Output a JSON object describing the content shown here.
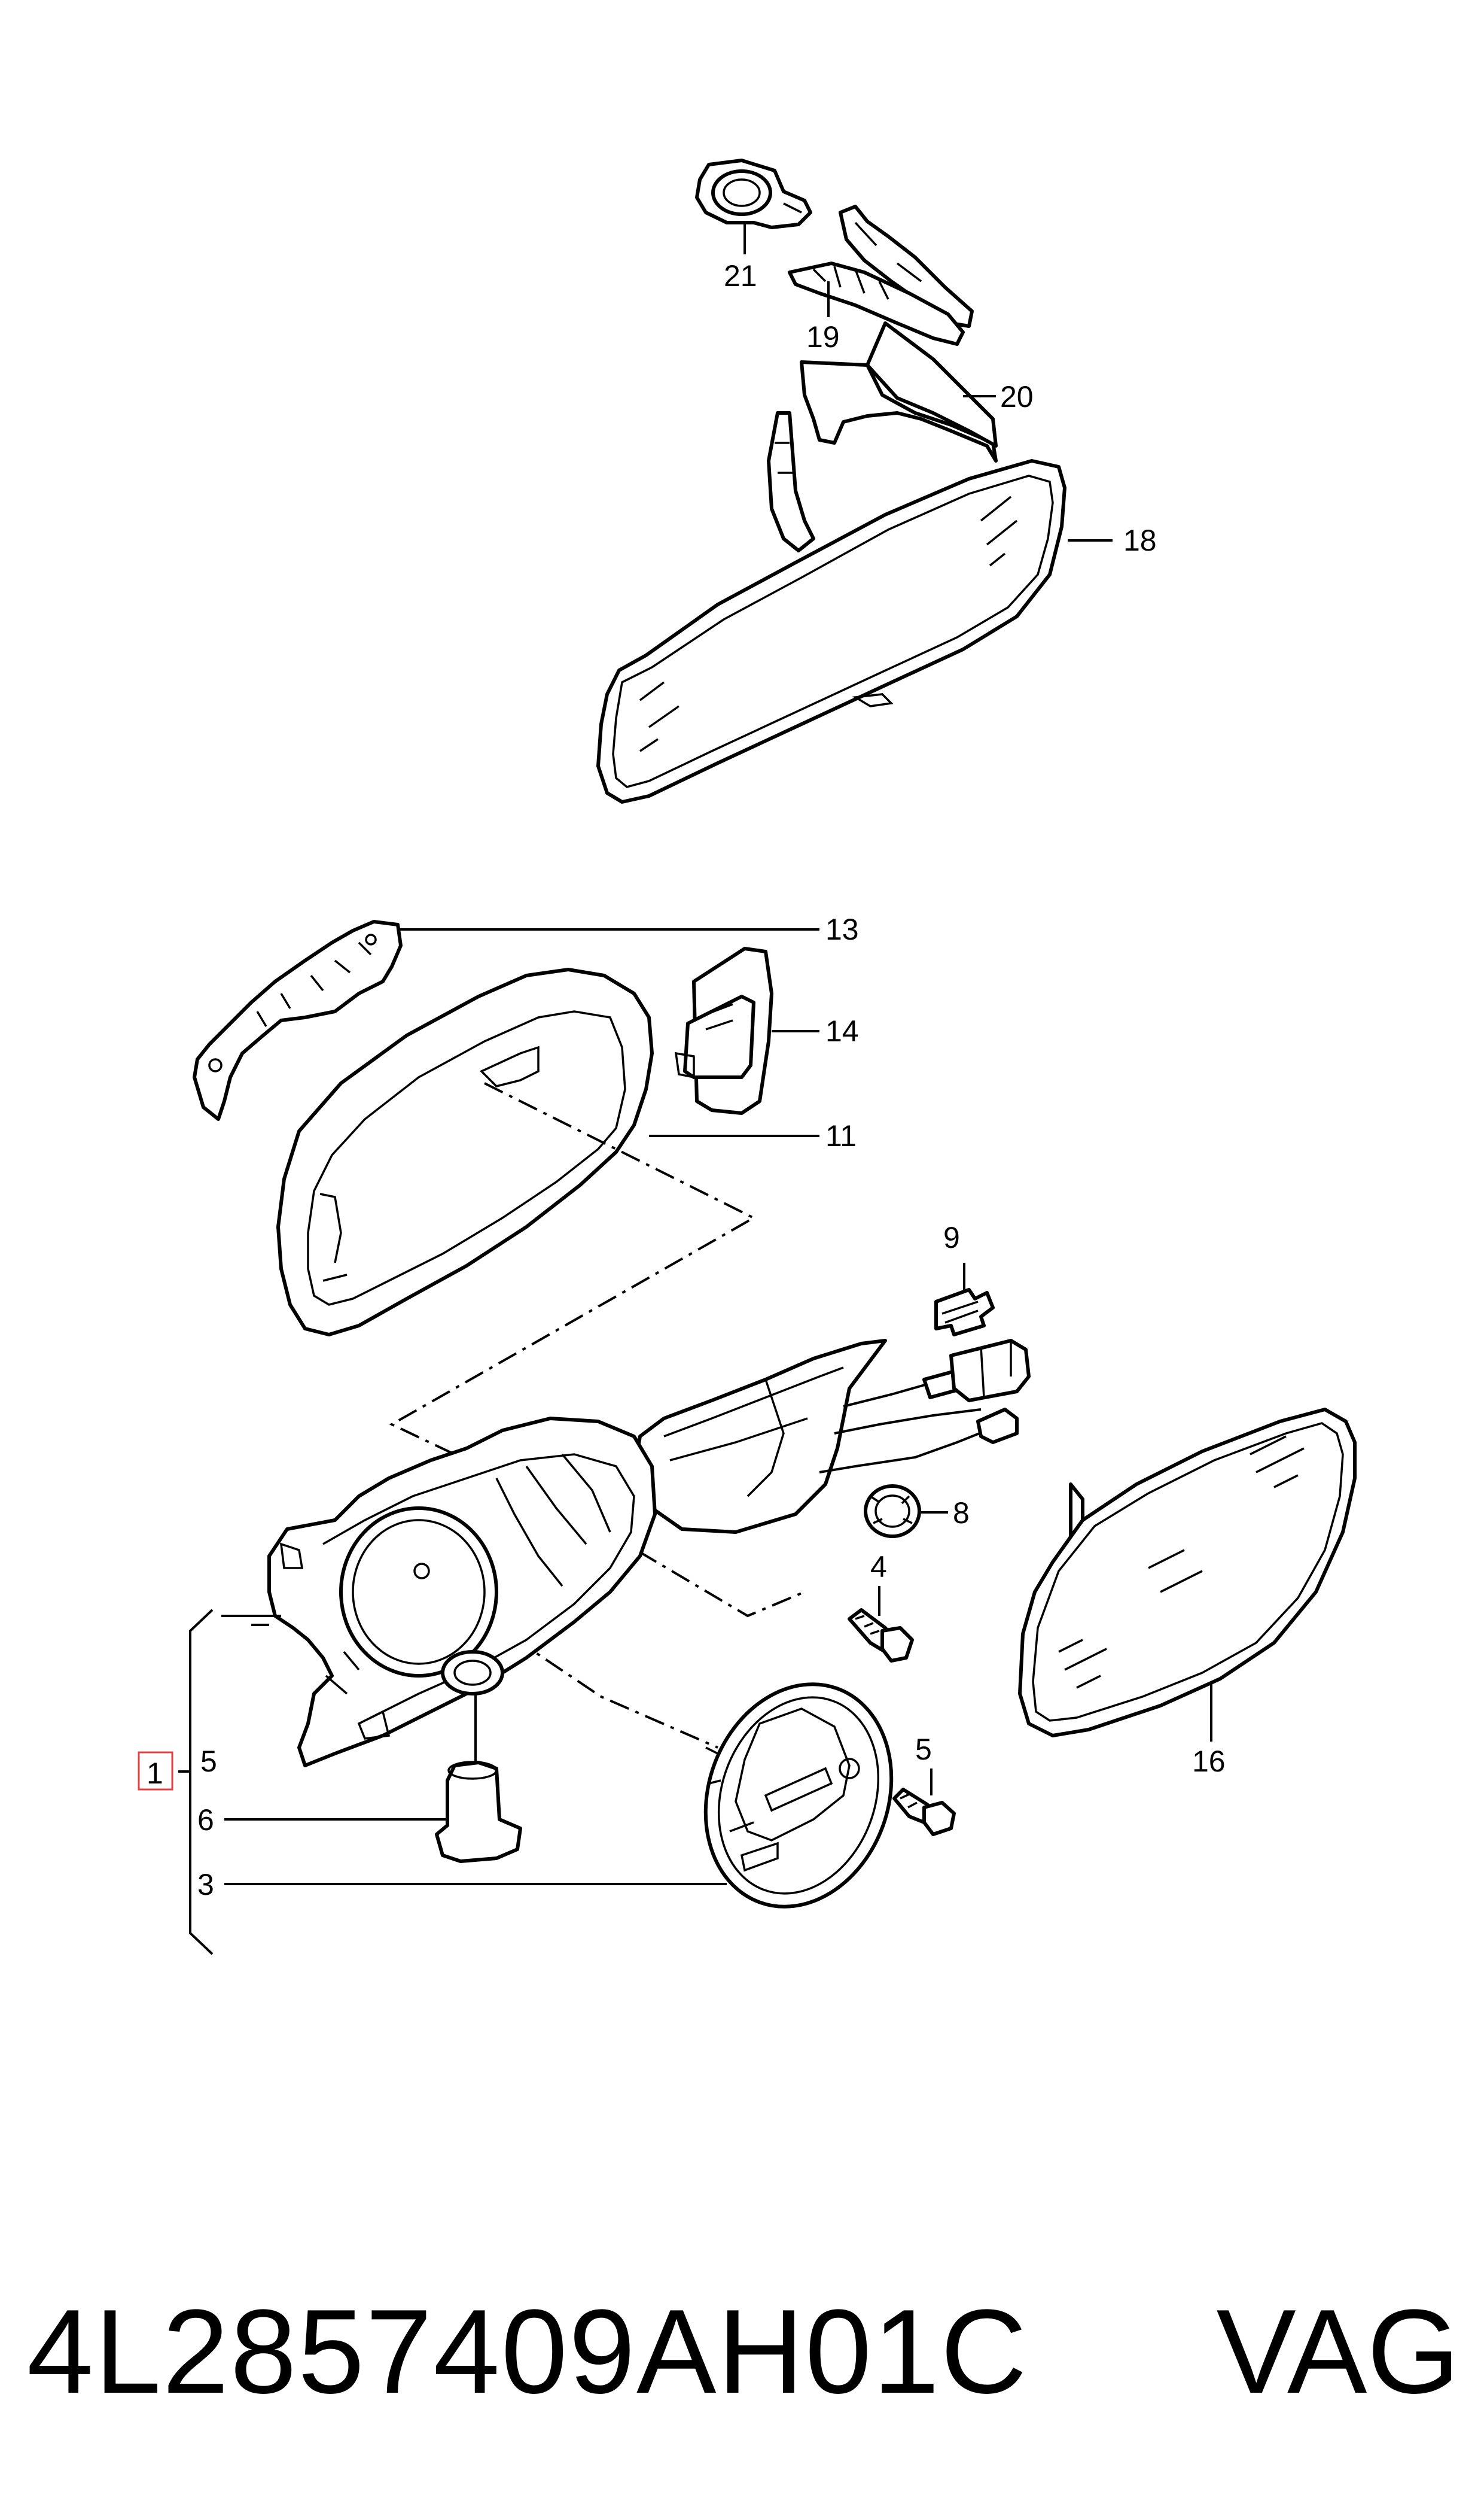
{
  "labels": {
    "p1": "1",
    "p3": "3",
    "p4": "4",
    "p5a": "5",
    "p5b": "5",
    "p6": "6",
    "p8": "8",
    "p9": "9",
    "p11": "11",
    "p13": "13",
    "p14": "14",
    "p16": "16",
    "p18": "18",
    "p19": "19",
    "p20": "20",
    "p21": "21"
  },
  "footer": {
    "part_number": "4L2857409AH01C",
    "brand": "VAG"
  }
}
